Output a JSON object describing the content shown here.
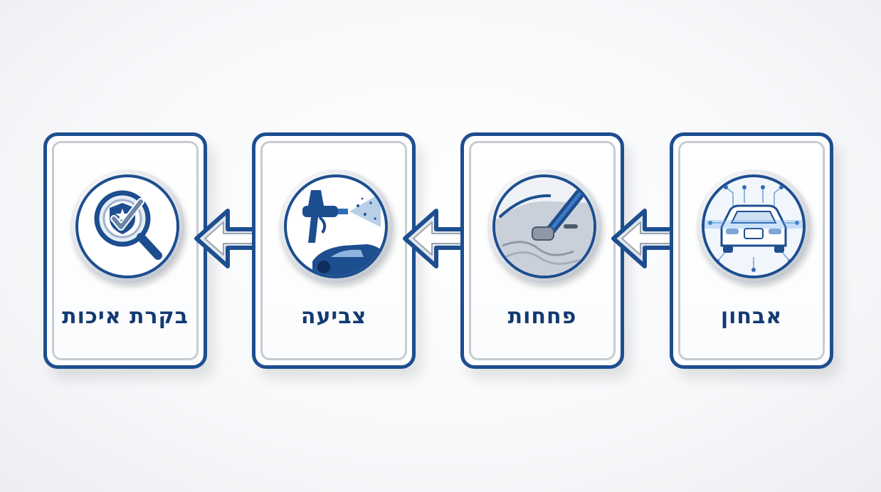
{
  "steps": [
    {
      "label": "בקרת איכות",
      "icon": "quality-check-icon"
    },
    {
      "label": "צביעה",
      "icon": "spray-paint-icon"
    },
    {
      "label": "פחחות",
      "icon": "bodywork-repair-icon"
    },
    {
      "label": "אבחון",
      "icon": "car-diagnostics-icon"
    }
  ],
  "connectors": [
    "arrow-left-icon",
    "arrow-left-icon",
    "arrow-left-icon"
  ],
  "colors": {
    "primary": "#1d4e8f",
    "silver": "#c7ccd3",
    "text": "#123a72",
    "background": "#f7f8fa"
  }
}
